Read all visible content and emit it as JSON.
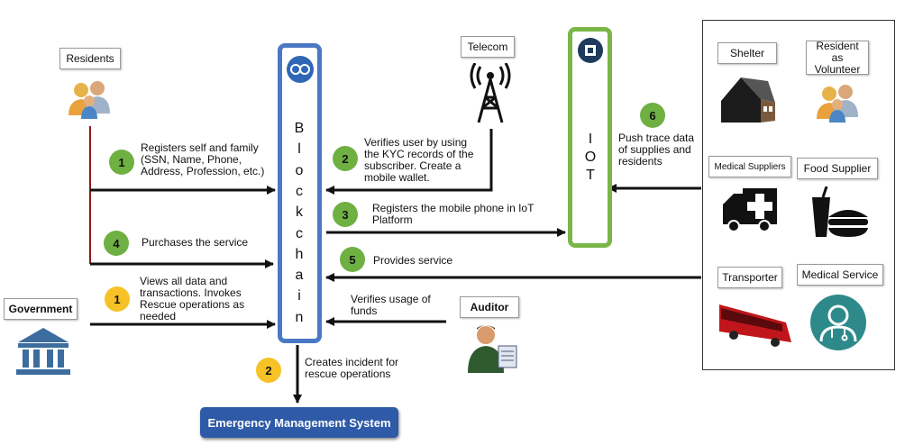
{
  "actors": {
    "residents": "Residents",
    "telecom": "Telecom",
    "government": "Government",
    "auditor": "Auditor"
  },
  "blockchain": {
    "letters": [
      "B",
      "l",
      "o",
      "c",
      "k",
      "c",
      "h",
      "a",
      "i",
      "n"
    ]
  },
  "iot": {
    "letters": [
      "I",
      "O",
      "T"
    ]
  },
  "participants": {
    "shelter": "Shelter",
    "resident_volunteer": "Resident as Volunteer",
    "medical_suppliers": "Medical Suppliers",
    "food_supplier": "Food Supplier",
    "transporter": "Transporter",
    "medical_service": "Medical Service"
  },
  "steps": [
    {
      "num": "1",
      "text": "Registers self and family (SSN, Name, Phone, Address, Profession, etc.)"
    },
    {
      "num": "2",
      "text": "Verifies user by using the KYC records of the subscriber. Create a mobile wallet."
    },
    {
      "num": "3",
      "text": "Registers the mobile phone in IoT Platform"
    },
    {
      "num": "4",
      "text": "Purchases the service"
    },
    {
      "num": "5",
      "text": "Provides service"
    },
    {
      "num": "6",
      "text": "Push trace data of supplies and residents"
    },
    {
      "num": "1",
      "text": "Views all data and transactions. Invokes Rescue operations as needed"
    },
    {
      "num": "2",
      "text": "Creates incident for rescue operations"
    }
  ],
  "auditor_step": "Verifies usage of funds",
  "ems": "Emergency Management System",
  "colors": {
    "green": "#6fb043",
    "yellow": "#f7c227",
    "blockchain_border": "#4a78c4",
    "iot_border": "#7ab648",
    "ems": "#2e5aa8"
  }
}
